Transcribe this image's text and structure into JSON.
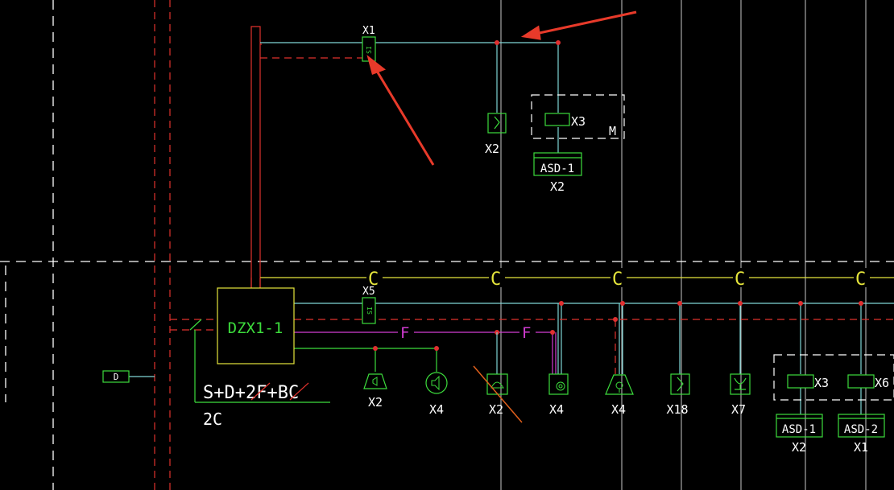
{
  "colors": {
    "background": "#000000",
    "cyan_wire": "#7fd6d6",
    "grey_line": "#c8c8c8",
    "red_dashed": "#e0322d",
    "yellow": "#e6e63c",
    "green": "#3cdc3c",
    "magenta": "#d23cd2",
    "white": "#ffffff",
    "arrow_red": "#e83a2a",
    "node_red": "#e03030",
    "orange_strike": "#e0601c"
  },
  "top": {
    "sl_module_label": "X1",
    "sl_module_text": "SI",
    "switch_label": "X2",
    "device_box_label": "X3",
    "device_box_letter": "M",
    "asd_label": "ASD-1",
    "asd_sub": "X2"
  },
  "bottom": {
    "panel_label": "DZX1-1",
    "sl_module_label": "X5",
    "sl_module_text": "SI",
    "d_box_label": "D",
    "bus_letters": [
      "C",
      "C",
      "C",
      "C",
      "C"
    ],
    "f_letters": [
      "F",
      "F"
    ],
    "cable_spec": "S+D+2F+BC",
    "cable_count": "2C",
    "devices": [
      {
        "name": "sounder",
        "label": "X2"
      },
      {
        "name": "speaker",
        "label": "X4"
      },
      {
        "name": "fire-phone",
        "label": "X2"
      },
      {
        "name": "manual-call-point",
        "label": "X4"
      },
      {
        "name": "alarm-bell",
        "label": "X4"
      },
      {
        "name": "switch",
        "label": "X18"
      },
      {
        "name": "smoke-detector",
        "label": "X7"
      }
    ],
    "group_box": {
      "item1": "X3",
      "item2": "X6",
      "asd1_label": "ASD-1",
      "asd1_sub": "X2",
      "asd2_label": "ASD-2",
      "asd2_sub": "X1"
    }
  }
}
